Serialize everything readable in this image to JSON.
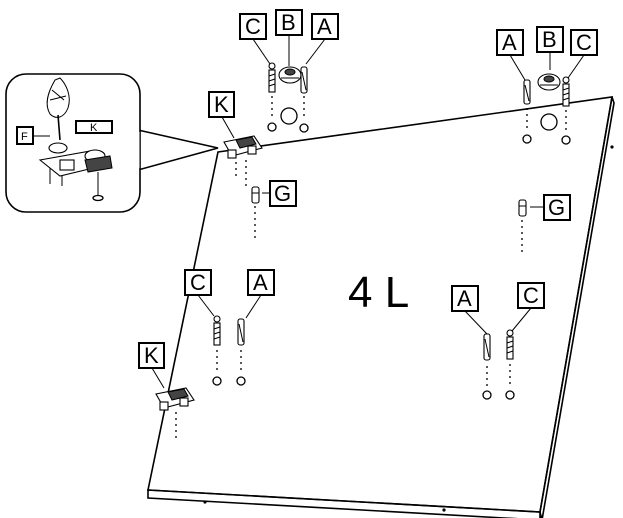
{
  "panel_label": "4 L",
  "labels": {
    "a": "A",
    "b": "B",
    "c": "C",
    "g": "G",
    "k": "K",
    "f": "F"
  },
  "colors": {
    "line": "#000000",
    "background": "#ffffff"
  }
}
